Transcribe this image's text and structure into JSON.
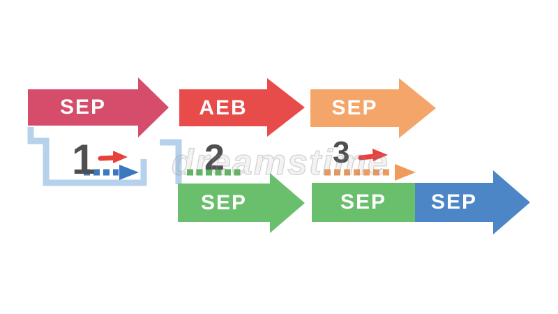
{
  "colors": {
    "pink": "#d64d6b",
    "red": "#e84c4a",
    "orange": "#f4a66a",
    "green": "#6abf6d",
    "blue": "#4c86c6",
    "light_blue": "#b5d1eb",
    "number_gray": "#4f4f51",
    "mini_arrow_red": "#e8403d",
    "dot_blue": "#3c78c0",
    "dot_green": "#5cb860",
    "dot_orange": "#f09a5c",
    "label_white": "#ffffff",
    "background": "#ffffff"
  },
  "steps": [
    {
      "number": "1"
    },
    {
      "number": "2"
    },
    {
      "number": "3"
    }
  ],
  "arrows": {
    "step1_top": {
      "label": "SEP"
    },
    "step2_top": {
      "label": "AEB"
    },
    "step3_top": {
      "label": "SEP"
    },
    "step2_bottom": {
      "label": "SEP"
    },
    "step3_bottom_left": {
      "label": "SEP"
    },
    "step3_bottom_right": {
      "label": "SEP"
    }
  },
  "watermark": {
    "text": "dreamstime"
  }
}
